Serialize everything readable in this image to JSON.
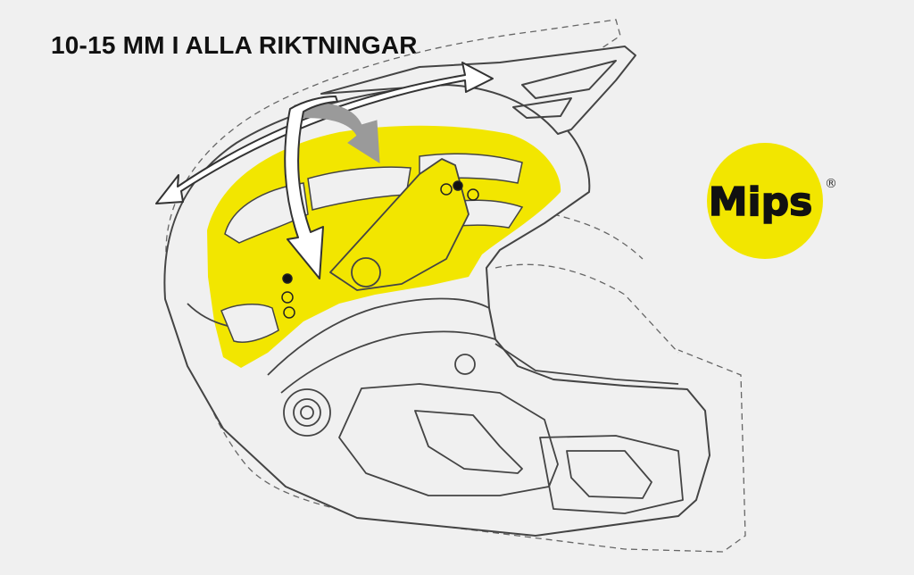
{
  "headline": "10-15 MM I ALLA RIKTNINGAR",
  "logo": {
    "text": "Mips",
    "registered": "®"
  },
  "colors": {
    "background": "#f0f0f0",
    "mips_yellow": "#f2e600",
    "line": "#444444",
    "dashed_line": "#666666",
    "headline": "#111111",
    "arrow_fill": "#ffffff",
    "shadow_arrow": "#9a9a9a"
  },
  "icons": [
    "double-arrow-icon",
    "down-arrow-icon",
    "rotation-arrow-icon",
    "mips-logo"
  ]
}
